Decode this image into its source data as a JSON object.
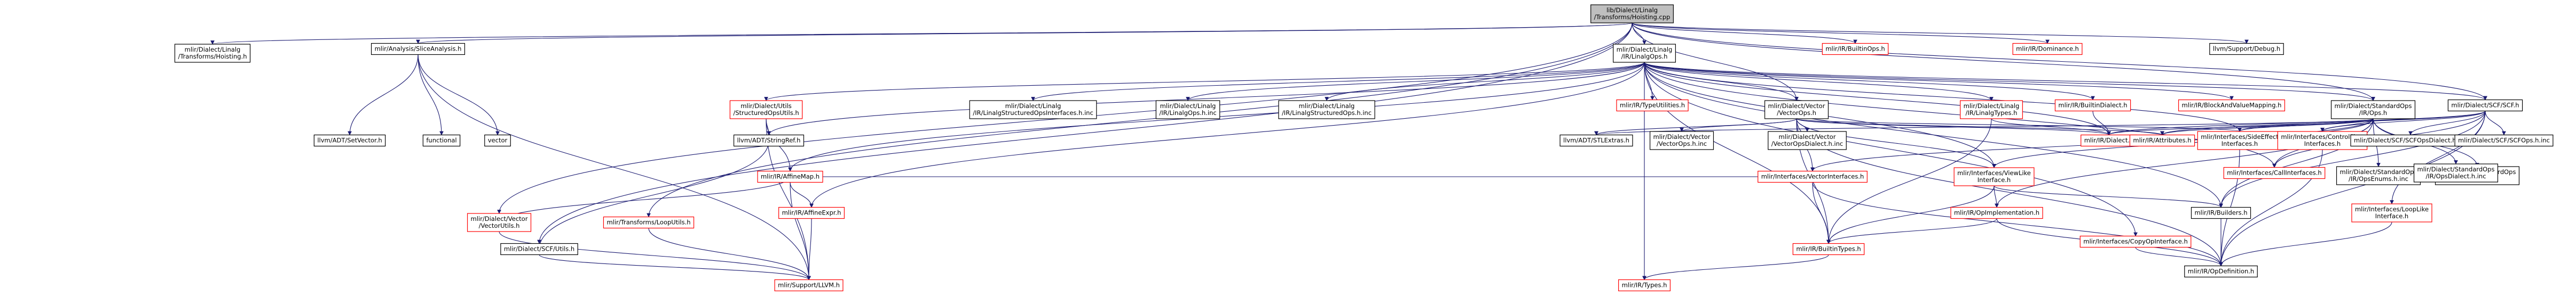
{
  "diagram": {
    "colors": {
      "root_fill": "#bfbfbf",
      "node_fill": "#ffffff",
      "node_border_black": "#000000",
      "node_border_red": "#ff0000",
      "edge": "#191970",
      "text": "#000000"
    },
    "nodes": [
      {
        "id": "root",
        "lines": [
          "lib/Dialect/Linalg",
          "/Transforms/Hoisting.cpp"
        ],
        "border": "root"
      },
      {
        "id": "n_linalg_transforms_h",
        "lines": [
          "mlir/Dialect/Linalg",
          "/Transforms/Hoisting.h"
        ],
        "border": "black"
      },
      {
        "id": "n_slice_analysis",
        "lines": [
          "mlir/Analysis/SliceAnalysis.h"
        ],
        "border": "black"
      },
      {
        "id": "n_linalg_ops",
        "lines": [
          "mlir/Dialect/Linalg",
          "/IR/LinalgOps.h"
        ],
        "border": "black"
      },
      {
        "id": "n_builtin_ops",
        "lines": [
          "mlir/IR/BuiltinOps.h"
        ],
        "border": "red"
      },
      {
        "id": "n_dominance",
        "lines": [
          "mlir/IR/Dominance.h"
        ],
        "border": "red"
      },
      {
        "id": "n_debug",
        "lines": [
          "llvm/Support/Debug.h"
        ],
        "border": "black"
      },
      {
        "id": "n_setvector",
        "lines": [
          "llvm/ADT/SetVector.h"
        ],
        "border": "black"
      },
      {
        "id": "n_functional",
        "lines": [
          "functional"
        ],
        "border": "black"
      },
      {
        "id": "n_vector_std",
        "lines": [
          "vector"
        ],
        "border": "black"
      },
      {
        "id": "n_scf_utils",
        "lines": [
          "mlir/Dialect/SCF/Utils.h"
        ],
        "border": "black"
      },
      {
        "id": "n_utils_structured",
        "lines": [
          "mlir/Dialect/Utils",
          "/StructuredOpsUtils.h"
        ],
        "border": "red"
      },
      {
        "id": "n_linalg_struct_iface_inc",
        "lines": [
          "mlir/Dialect/Linalg",
          "/IR/LinalgStructuredOpsInterfaces.h.inc"
        ],
        "border": "black"
      },
      {
        "id": "n_linalg_ops_inc",
        "lines": [
          "mlir/Dialect/Linalg",
          "/IR/LinalgOps.h.inc"
        ],
        "border": "black"
      },
      {
        "id": "n_linalg_struct_ops_inc",
        "lines": [
          "mlir/Dialect/Linalg",
          "/IR/LinalgStructuredOps.h.inc"
        ],
        "border": "black"
      },
      {
        "id": "n_type_utilities",
        "lines": [
          "mlir/IR/TypeUtilities.h"
        ],
        "border": "red"
      },
      {
        "id": "n_vector_ops",
        "lines": [
          "mlir/Dialect/Vector",
          "/VectorOps.h"
        ],
        "border": "black"
      },
      {
        "id": "n_linalg_types",
        "lines": [
          "mlir/Dialect/Linalg",
          "/IR/LinalgTypes.h"
        ],
        "border": "red"
      },
      {
        "id": "n_builtin_dialect",
        "lines": [
          "mlir/IR/BuiltinDialect.h"
        ],
        "border": "red"
      },
      {
        "id": "n_block_value_map",
        "lines": [
          "mlir/IR/BlockAndValueMapping.h"
        ],
        "border": "red"
      },
      {
        "id": "n_standard_ops",
        "lines": [
          "mlir/Dialect/StandardOps",
          "/IR/Ops.h"
        ],
        "border": "black"
      },
      {
        "id": "n_scf",
        "lines": [
          "mlir/Dialect/SCF/SCF.h"
        ],
        "border": "black"
      },
      {
        "id": "n_transforms_loop_utils",
        "lines": [
          "mlir/Transforms/LoopUtils.h"
        ],
        "border": "red"
      },
      {
        "id": "n_vector_utils",
        "lines": [
          "mlir/Dialect/Vector",
          "/VectorUtils.h"
        ],
        "border": "red"
      },
      {
        "id": "n_stringref",
        "lines": [
          "llvm/ADT/StringRef.h"
        ],
        "border": "black"
      },
      {
        "id": "n_stlextras",
        "lines": [
          "llvm/ADT/STLExtras.h"
        ],
        "border": "black"
      },
      {
        "id": "n_vector_ops_inc",
        "lines": [
          "mlir/Dialect/Vector",
          "/VectorOps.h.inc"
        ],
        "border": "black"
      },
      {
        "id": "n_vector_ops_dialect_inc",
        "lines": [
          "mlir/Dialect/Vector",
          "/VectorOpsDialect.h.inc"
        ],
        "border": "black"
      },
      {
        "id": "n_vector_interfaces",
        "lines": [
          "mlir/Interfaces/VectorInterfaces.h"
        ],
        "border": "red"
      },
      {
        "id": "n_view_like",
        "lines": [
          "mlir/Interfaces/ViewLike",
          "Interface.h"
        ],
        "border": "red"
      },
      {
        "id": "n_dialect",
        "lines": [
          "mlir/IR/Dialect.h"
        ],
        "border": "red"
      },
      {
        "id": "n_side_effect",
        "lines": [
          "mlir/Interfaces/SideEffect",
          "Interfaces.h"
        ],
        "border": "red"
      },
      {
        "id": "n_std_ops_enums_inc",
        "lines": [
          "mlir/Dialect/StandardOps",
          "/IR/OpsEnums.h.inc"
        ],
        "border": "black"
      },
      {
        "id": "n_std_ops_inc",
        "lines": [
          "mlir/Dialect/StandardOps",
          "/IR/Ops.h.inc"
        ],
        "border": "black"
      },
      {
        "id": "n_attributes",
        "lines": [
          "mlir/IR/Attributes.h"
        ],
        "border": "red"
      },
      {
        "id": "n_std_ops_dialect_inc",
        "lines": [
          "mlir/Dialect/StandardOps",
          "/IR/OpsDialect.h.inc"
        ],
        "border": "black"
      },
      {
        "id": "n_call_interfaces",
        "lines": [
          "mlir/Interfaces/CallInterfaces.h"
        ],
        "border": "red"
      },
      {
        "id": "n_control_flow",
        "lines": [
          "mlir/Interfaces/ControlFlow",
          "Interfaces.h"
        ],
        "border": "red"
      },
      {
        "id": "n_scf_ops_dialect_inc",
        "lines": [
          "mlir/Dialect/SCF/SCFOpsDialect.h.inc"
        ],
        "border": "black"
      },
      {
        "id": "n_scf_ops_inc",
        "lines": [
          "mlir/Dialect/SCF/SCFOps.h.inc"
        ],
        "border": "black"
      },
      {
        "id": "n_affine_map",
        "lines": [
          "mlir/IR/AffineMap.h"
        ],
        "border": "red"
      },
      {
        "id": "n_op_implementation",
        "lines": [
          "mlir/IR/OpImplementation.h"
        ],
        "border": "red"
      },
      {
        "id": "n_builders",
        "lines": [
          "mlir/IR/Builders.h"
        ],
        "border": "black"
      },
      {
        "id": "n_copy_op_iface",
        "lines": [
          "mlir/Interfaces/CopyOpInterface.h"
        ],
        "border": "red"
      },
      {
        "id": "n_loop_like",
        "lines": [
          "mlir/Interfaces/LoopLike",
          "Interface.h"
        ],
        "border": "red"
      },
      {
        "id": "n_affine_expr",
        "lines": [
          "mlir/IR/AffineExpr.h"
        ],
        "border": "red"
      },
      {
        "id": "n_builtin_types",
        "lines": [
          "mlir/IR/BuiltinTypes.h"
        ],
        "border": "red"
      },
      {
        "id": "n_op_definition",
        "lines": [
          "mlir/IR/OpDefinition.h"
        ],
        "border": "black"
      },
      {
        "id": "n_support_llvm",
        "lines": [
          "mlir/Support/LLVM.h"
        ],
        "border": "red"
      },
      {
        "id": "n_types",
        "lines": [
          "mlir/IR/Types.h"
        ],
        "border": "red"
      }
    ],
    "edges": [
      [
        "root",
        "n_linalg_transforms_h"
      ],
      [
        "root",
        "n_slice_analysis"
      ],
      [
        "root",
        "n_linalg_ops"
      ],
      [
        "root",
        "n_builtin_ops"
      ],
      [
        "root",
        "n_dominance"
      ],
      [
        "root",
        "n_debug"
      ],
      [
        "root",
        "n_scf_utils"
      ],
      [
        "root",
        "n_transforms_loop_utils"
      ],
      [
        "root",
        "n_vector_utils"
      ],
      [
        "root",
        "n_vector_ops"
      ],
      [
        "root",
        "n_standard_ops"
      ],
      [
        "root",
        "n_scf"
      ],
      [
        "n_slice_analysis",
        "n_setvector"
      ],
      [
        "n_slice_analysis",
        "n_functional"
      ],
      [
        "n_slice_analysis",
        "n_vector_std"
      ],
      [
        "n_slice_analysis",
        "n_support_llvm"
      ],
      [
        "n_linalg_ops",
        "n_utils_structured"
      ],
      [
        "n_linalg_ops",
        "n_linalg_struct_iface_inc"
      ],
      [
        "n_linalg_ops",
        "n_linalg_ops_inc"
      ],
      [
        "n_linalg_ops",
        "n_linalg_struct_ops_inc"
      ],
      [
        "n_linalg_ops",
        "n_type_utilities"
      ],
      [
        "n_linalg_ops",
        "n_vector_ops"
      ],
      [
        "n_linalg_ops",
        "n_linalg_types"
      ],
      [
        "n_linalg_ops",
        "n_builtin_dialect"
      ],
      [
        "n_linalg_ops",
        "n_block_value_map"
      ],
      [
        "n_linalg_ops",
        "n_standard_ops"
      ],
      [
        "n_linalg_ops",
        "n_stringref"
      ],
      [
        "n_linalg_ops",
        "n_affine_map"
      ],
      [
        "n_linalg_ops",
        "n_affine_expr"
      ],
      [
        "n_linalg_ops",
        "n_copy_op_iface"
      ],
      [
        "n_linalg_ops",
        "n_view_like"
      ],
      [
        "n_linalg_ops",
        "n_side_effect"
      ],
      [
        "n_linalg_ops",
        "n_builders"
      ],
      [
        "n_linalg_ops",
        "n_call_interfaces"
      ],
      [
        "n_linalg_ops",
        "n_builtin_types"
      ],
      [
        "n_linalg_ops",
        "n_types"
      ],
      [
        "n_linalg_ops",
        "n_dialect"
      ],
      [
        "n_linalg_ops",
        "n_scf"
      ],
      [
        "n_scf_utils",
        "n_support_llvm"
      ],
      [
        "n_scf_utils",
        "n_stringref"
      ],
      [
        "n_utils_structured",
        "n_affine_map"
      ],
      [
        "n_utils_structured",
        "n_stringref"
      ],
      [
        "n_utils_structured",
        "n_support_llvm"
      ],
      [
        "n_vector_ops",
        "n_stlextras"
      ],
      [
        "n_vector_ops",
        "n_vector_ops_inc"
      ],
      [
        "n_vector_ops",
        "n_vector_ops_dialect_inc"
      ],
      [
        "n_vector_ops",
        "n_vector_interfaces"
      ],
      [
        "n_vector_ops",
        "n_view_like"
      ],
      [
        "n_vector_ops",
        "n_dialect"
      ],
      [
        "n_vector_ops",
        "n_side_effect"
      ],
      [
        "n_vector_ops",
        "n_attributes"
      ],
      [
        "n_vector_ops",
        "n_builtin_types"
      ],
      [
        "n_vector_ops",
        "n_op_definition"
      ],
      [
        "n_linalg_types",
        "n_dialect"
      ],
      [
        "n_linalg_types",
        "n_builtin_types"
      ],
      [
        "n_builtin_dialect",
        "n_dialect"
      ],
      [
        "n_standard_ops",
        "n_std_ops_enums_inc"
      ],
      [
        "n_standard_ops",
        "n_std_ops_inc"
      ],
      [
        "n_standard_ops",
        "n_std_ops_dialect_inc"
      ],
      [
        "n_standard_ops",
        "n_attributes"
      ],
      [
        "n_standard_ops",
        "n_call_interfaces"
      ],
      [
        "n_standard_ops",
        "n_side_effect"
      ],
      [
        "n_standard_ops",
        "n_view_like"
      ],
      [
        "n_standard_ops",
        "n_vector_interfaces"
      ],
      [
        "n_standard_ops",
        "n_control_flow"
      ],
      [
        "n_standard_ops",
        "n_dialect"
      ],
      [
        "n_standard_ops",
        "n_builders"
      ],
      [
        "n_standard_ops",
        "n_op_implementation"
      ],
      [
        "n_standard_ops",
        "n_stlextras"
      ],
      [
        "n_scf",
        "n_scf_ops_dialect_inc"
      ],
      [
        "n_scf",
        "n_scf_ops_inc"
      ],
      [
        "n_scf",
        "n_control_flow"
      ],
      [
        "n_scf",
        "n_loop_like"
      ],
      [
        "n_scf",
        "n_builders"
      ],
      [
        "n_scf",
        "n_side_effect"
      ],
      [
        "n_scf",
        "n_call_interfaces"
      ],
      [
        "n_scf",
        "n_dialect"
      ],
      [
        "n_scf",
        "n_attributes"
      ],
      [
        "n_scf",
        "n_op_definition"
      ],
      [
        "n_transforms_loop_utils",
        "n_support_llvm"
      ],
      [
        "n_vector_utils",
        "n_support_llvm"
      ],
      [
        "n_vector_utils",
        "n_affine_map"
      ],
      [
        "n_vector_interfaces",
        "n_affine_map"
      ],
      [
        "n_vector_interfaces",
        "n_builtin_types"
      ],
      [
        "n_vector_interfaces",
        "n_op_definition"
      ],
      [
        "n_view_like",
        "n_op_implementation"
      ],
      [
        "n_view_like",
        "n_builtin_types"
      ],
      [
        "n_view_like",
        "n_builders"
      ],
      [
        "n_side_effect",
        "n_op_definition"
      ],
      [
        "n_affine_map",
        "n_affine_expr"
      ],
      [
        "n_affine_map",
        "n_support_llvm"
      ],
      [
        "n_affine_expr",
        "n_support_llvm"
      ],
      [
        "n_op_implementation",
        "n_builtin_types"
      ],
      [
        "n_op_implementation",
        "n_op_definition"
      ],
      [
        "n_builders",
        "n_op_definition"
      ],
      [
        "n_copy_op_iface",
        "n_op_definition"
      ],
      [
        "n_loop_like",
        "n_op_definition"
      ],
      [
        "n_control_flow",
        "n_op_definition"
      ],
      [
        "n_builtin_types",
        "n_types"
      ]
    ]
  }
}
